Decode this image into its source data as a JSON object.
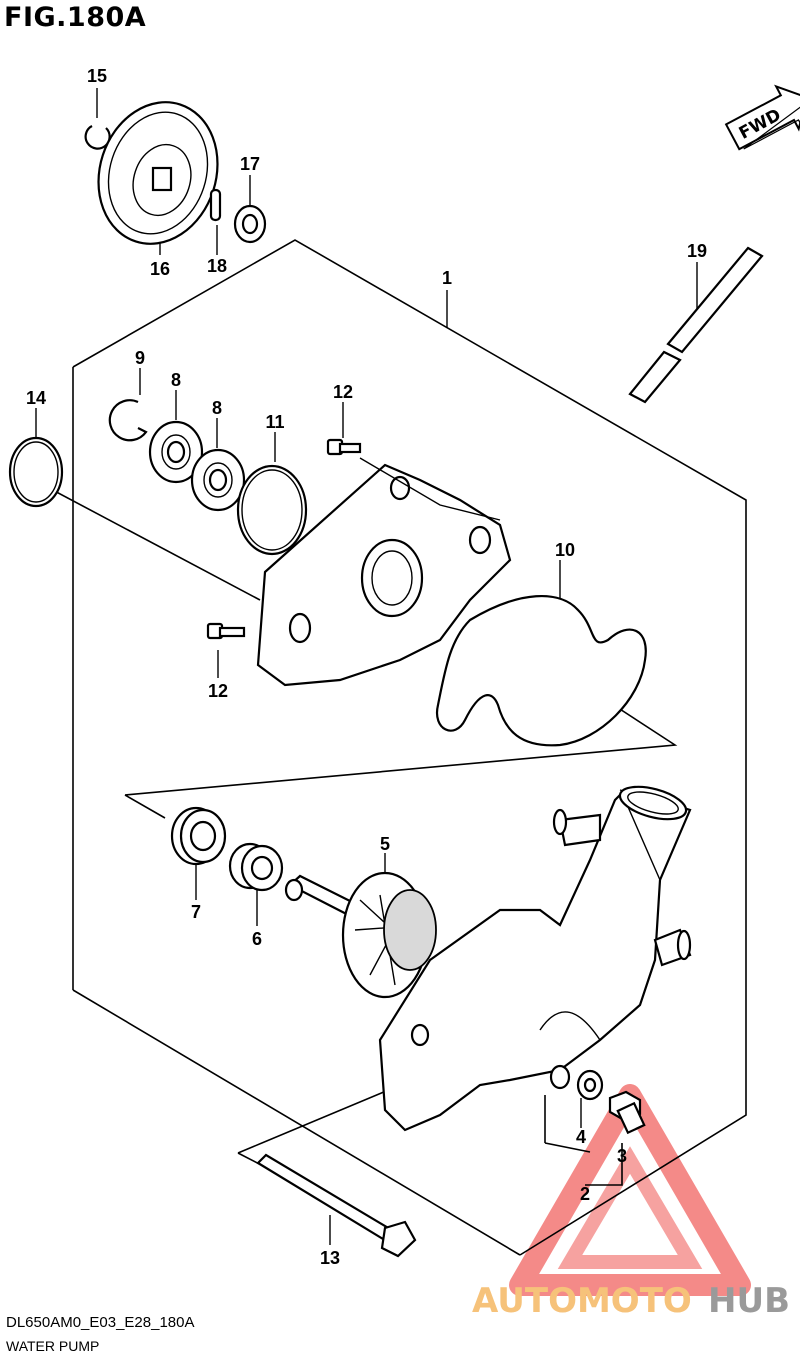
{
  "header": {
    "figure_label": "FIG.180A"
  },
  "footer": {
    "model_code": "DL650AM0_E03_E28_180A",
    "title": "WATER PUMP"
  },
  "direction_badge": {
    "label": "FWD"
  },
  "callouts": {
    "c1": "1",
    "c2": "2",
    "c3": "3",
    "c4": "4",
    "c5": "5",
    "c6": "6",
    "c7": "7",
    "c8a": "8",
    "c8b": "8",
    "c9": "9",
    "c10": "10",
    "c11": "11",
    "c12a": "12",
    "c12b": "12",
    "c13": "13",
    "c14": "14",
    "c15": "15",
    "c16": "16",
    "c17": "17",
    "c18": "18",
    "c19": "19"
  },
  "watermark": {
    "text_a": "AUTOMOTO",
    "text_b": "HUB",
    "color_a": "#f6c27a",
    "color_b": "#9a9a9a",
    "logo_color": "#ef5350"
  }
}
